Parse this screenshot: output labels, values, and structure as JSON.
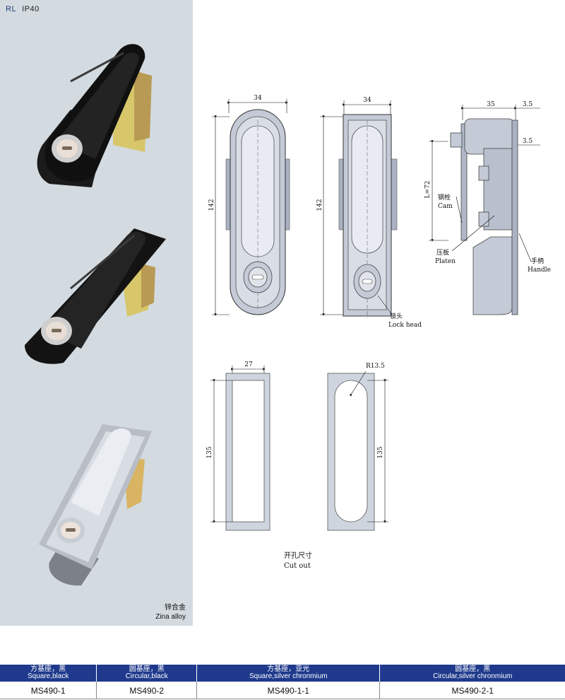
{
  "header": {
    "brand": "RL",
    "rating": "IP40"
  },
  "material": {
    "zh": "锌合金",
    "en": "Zina alloy"
  },
  "front_view": {
    "width_dim": "34",
    "height_dim": "142"
  },
  "back_view": {
    "width_dim": "34",
    "height_dim": "142",
    "lock_zh": "锁头",
    "lock_en": "Lock head"
  },
  "side_view": {
    "top_dim": "35",
    "top_dim2": "3.5",
    "side_dim": "3.5",
    "l_dim": "L=72",
    "cam_zh": "钢栓",
    "cam_en": "Cam",
    "platen_zh": "压板",
    "platen_en": "Platen",
    "handle_zh": "手柄",
    "handle_en": "Handle"
  },
  "cutout_square": {
    "width_dim": "27",
    "height_dim": "135"
  },
  "cutout_round": {
    "radius_dim": "R13.5",
    "height_dim": "135"
  },
  "cutout_caption": {
    "zh": "开孔尺寸",
    "en": "Cut out"
  },
  "models": [
    {
      "zh": "方基座，黑",
      "en": "Square,black",
      "code": "MS490-1"
    },
    {
      "zh": "圆基座，黑",
      "en": "Circular,black",
      "code": "MS490-2"
    },
    {
      "zh": "方基座，亚光",
      "en": "Square,silver chronmium",
      "code": "MS490-1-1"
    },
    {
      "zh": "圆基座，黑",
      "en": "Circular,silver chronmium",
      "code": "MS490-2-1"
    }
  ],
  "colors": {
    "panel": "#d3dbe0",
    "table_header": "#1f3a8c",
    "metal": "#c4cad6"
  }
}
